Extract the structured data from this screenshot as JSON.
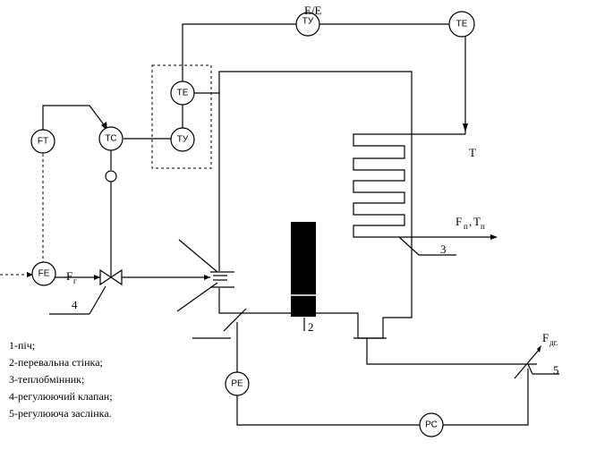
{
  "instruments": {
    "ty_top": "ТУ",
    "te_right": "ТЕ",
    "te_box": "ТЕ",
    "ty_box": "ТУ",
    "tc": "ТС",
    "ft": "FT",
    "fe": "FE",
    "pe": "РЕ",
    "pc": "РС"
  },
  "labels": {
    "ee": "Е/Е",
    "t": "Т",
    "fp": "F",
    "fp_sub": "п",
    "tp": "T",
    "tp_sub": "п",
    "fr": "F",
    "fr_sub": "г",
    "fdg": "F",
    "fdg_sub": "дг.",
    "num2": "2",
    "num3": "3",
    "num4": "4",
    "num5": "5"
  },
  "legend": [
    "1-піч;",
    "2-перевальна стінка;",
    "3-теплобмінник;",
    "4-регулюючий клапан;",
    "5-регулююча заслінка."
  ]
}
